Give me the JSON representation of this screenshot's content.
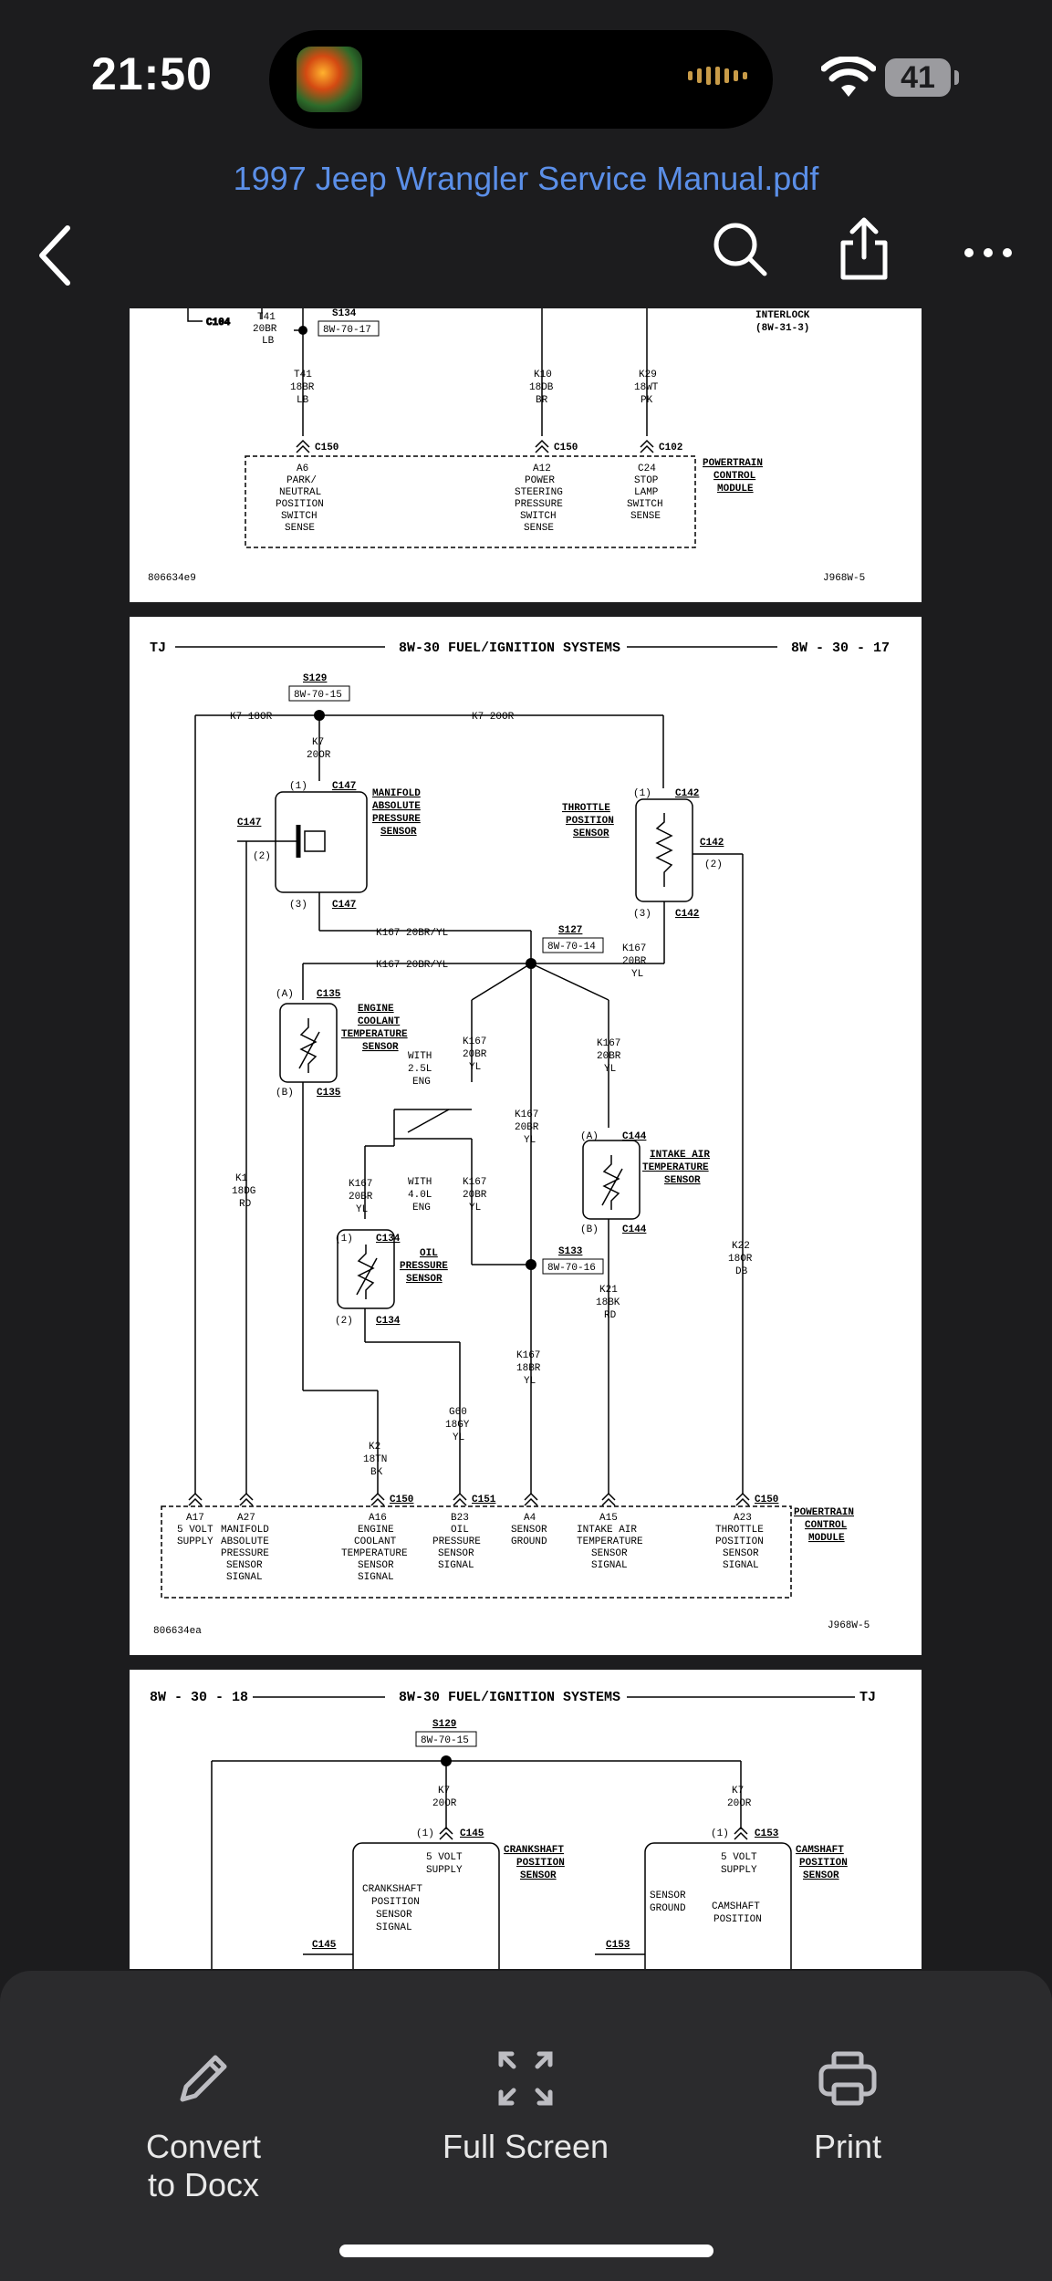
{
  "status": {
    "time": "21:50",
    "battery": "41"
  },
  "header": {
    "title": "1997 Jeep Wrangler Service Manual.pdf"
  },
  "page_top": {
    "labels": {
      "c104": "C104",
      "t41a": "T41",
      "t41b": "20BR",
      "t41c": "LB",
      "s134": "S134",
      "s134ref": "8W-70-17",
      "interlock": "INTERLOCK",
      "interlockref": "(8W-31-3)",
      "t41d": "T41",
      "t41e": "18BR",
      "t41f": "LB",
      "k10a": "K10",
      "k10b": "18DB",
      "k10c": "BR",
      "k29a": "K29",
      "k29b": "18WT",
      "k29c": "PK",
      "c150a": "C150",
      "c150b": "C150",
      "c102": "C102",
      "a6": "A6",
      "park": "PARK/",
      "neutral": "NEUTRAL",
      "position": "POSITION",
      "switch1": "SWITCH",
      "sense1": "SENSE",
      "a12": "A12",
      "power": "POWER",
      "steering": "STEERING",
      "pressure": "PRESSURE",
      "switch2": "SWITCH",
      "sense2": "SENSE",
      "c24": "C24",
      "stop": "STOP",
      "lamp": "LAMP",
      "switch3": "SWITCH",
      "sense3": "SENSE",
      "pcm1": "POWERTRAIN",
      "pcm2": "CONTROL",
      "pcm3": "MODULE",
      "code": "806634e9",
      "ref": "J968W-5"
    }
  },
  "page_main": {
    "labels": {
      "tj": "TJ",
      "title": "8W-30 FUEL/IGNITION SYSTEMS",
      "pagenum": "8W - 30 - 17",
      "s129": "S129",
      "s129ref": "8W-70-15",
      "k7a": "K7 18OR",
      "k7b": "K7 20OR",
      "k7c": "K7",
      "k7d": "20OR",
      "c147a": "(1)",
      "c147b": "C147",
      "c147c": "C147",
      "c147d": "(2)",
      "c147e": "(3)",
      "c147f": "C147",
      "map1": "MANIFOLD",
      "map2": "ABSOLUTE",
      "map3": "PRESSURE",
      "map4": "SENSOR",
      "tps1": "THROTTLE",
      "tps2": "POSITION",
      "tps3": "SENSOR",
      "c142a": "(1)",
      "c142b": "C142",
      "c142c": "C142",
      "c142d": "(2)",
      "c142e": "(3)",
      "c142f": "C142",
      "k167a": "K167 20BR/YL",
      "k167b": "K167 20BR/YL",
      "s127": "S127",
      "s127ref": "8W-70-14",
      "k167c": "K167",
      "k167d": "20BR",
      "k167e": "YL",
      "c135a": "(A)",
      "c135b": "C135",
      "c135c": "(B)",
      "c135d": "C135",
      "ect1": "ENGINE",
      "ect2": "COOLANT",
      "ect3": "TEMPERATURE",
      "ect4": "SENSOR",
      "with25a": "WITH",
      "with25b": "2.5L",
      "with25c": "ENG",
      "k167f": "K167",
      "k167g": "20BR",
      "k167h": "YL",
      "k167i": "K167",
      "k167j": "20BR",
      "k167k": "YL",
      "k167l": "K167",
      "k167m": "20BR",
      "k167n": "YL",
      "k1a": "K1",
      "k1b": "18DG",
      "k1c": "RD",
      "c144a": "(A)",
      "c144b": "C144",
      "c144c": "(B)",
      "c144d": "C144",
      "iat1": "INTAKE AIR",
      "iat2": "TEMPERATURE",
      "iat3": "SENSOR",
      "k167o": "K167",
      "k167p": "20BR",
      "k167q": "YL",
      "with40a": "WITH",
      "with40b": "4.0L",
      "with40c": "ENG",
      "k167r": "K167",
      "k167s": "20BR",
      "k167t": "YL",
      "c134a": "(1)",
      "c134b": "C134",
      "c134c": "(2)",
      "c134d": "C134",
      "ops1": "OIL",
      "ops2": "PRESSURE",
      "ops3": "SENSOR",
      "s133": "S133",
      "s133ref": "8W-70-16",
      "k22a": "K22",
      "k22b": "18OR",
      "k22c": "DB",
      "k21a": "K21",
      "k21b": "18BK",
      "k21c": "RD",
      "k167u": "K167",
      "k167v": "18BR",
      "k167w": "YL",
      "g60a": "G60",
      "g60b": "18GY",
      "g60c": "YL",
      "k2a": "K2",
      "k2b": "18TN",
      "k2c": "BK",
      "c150a": "C150",
      "c151": "C151",
      "c150b": "C150",
      "a17a": "A17",
      "a17b": "5 VOLT",
      "a17c": "SUPPLY",
      "a27a": "A27",
      "a27b": "MANIFOLD",
      "a27c": "ABSOLUTE",
      "a27d": "PRESSURE",
      "a27e": "SENSOR",
      "a27f": "SIGNAL",
      "a16a": "A16",
      "a16b": "ENGINE",
      "a16c": "COOLANT",
      "a16d": "TEMPERATURE",
      "a16e": "SENSOR",
      "a16f": "SIGNAL",
      "b23a": "B23",
      "b23b": "OIL",
      "b23c": "PRESSURE",
      "b23d": "SENSOR",
      "b23e": "SIGNAL",
      "a4a": "A4",
      "a4b": "SENSOR",
      "a4c": "GROUND",
      "a15a": "A15",
      "a15b": "INTAKE AIR",
      "a15c": "TEMPERATURE",
      "a15d": "SENSOR",
      "a15e": "SIGNAL",
      "a23a": "A23",
      "a23b": "THROTTLE",
      "a23c": "POSITION",
      "a23d": "SENSOR",
      "a23e": "SIGNAL",
      "pcm1": "POWERTRAIN",
      "pcm2": "CONTROL",
      "pcm3": "MODULE",
      "code": "806634ea",
      "ref": "J968W-5"
    }
  },
  "page_bottom": {
    "labels": {
      "pagenum": "8W - 30 - 18",
      "title": "8W-30 FUEL/IGNITION SYSTEMS",
      "tj": "TJ",
      "s129": "S129",
      "s129ref": "8W-70-15",
      "k7a": "K7",
      "k7b": "20OR",
      "k7c": "K7",
      "k7d": "20OR",
      "c145a": "(1)",
      "c145b": "C145",
      "c145c": "C145",
      "c153a": "(1)",
      "c153b": "C153",
      "c153c": "C153",
      "ckp1": "CRANKSHAFT",
      "ckp2": "POSITION",
      "ckp3": "SENSOR",
      "cmp1": "CAMSHAFT",
      "cmp2": "POSITION",
      "cmp3": "SENSOR",
      "v5a": "5 VOLT",
      "v5b": "SUPPLY",
      "v5c": "5 VOLT",
      "v5d": "SUPPLY",
      "ck1": "CRANKSHAFT",
      "ck2": "POSITION",
      "ck3": "SENSOR",
      "ck4": "SIGNAL",
      "sg1": "SENSOR",
      "sg2": "GROUND",
      "cam1": "CAMSHAFT",
      "cam2": "POSITION"
    }
  },
  "bottom_actions": {
    "convert": "Convert\nto Docx",
    "fullscreen": "Full Screen",
    "print": "Print"
  }
}
